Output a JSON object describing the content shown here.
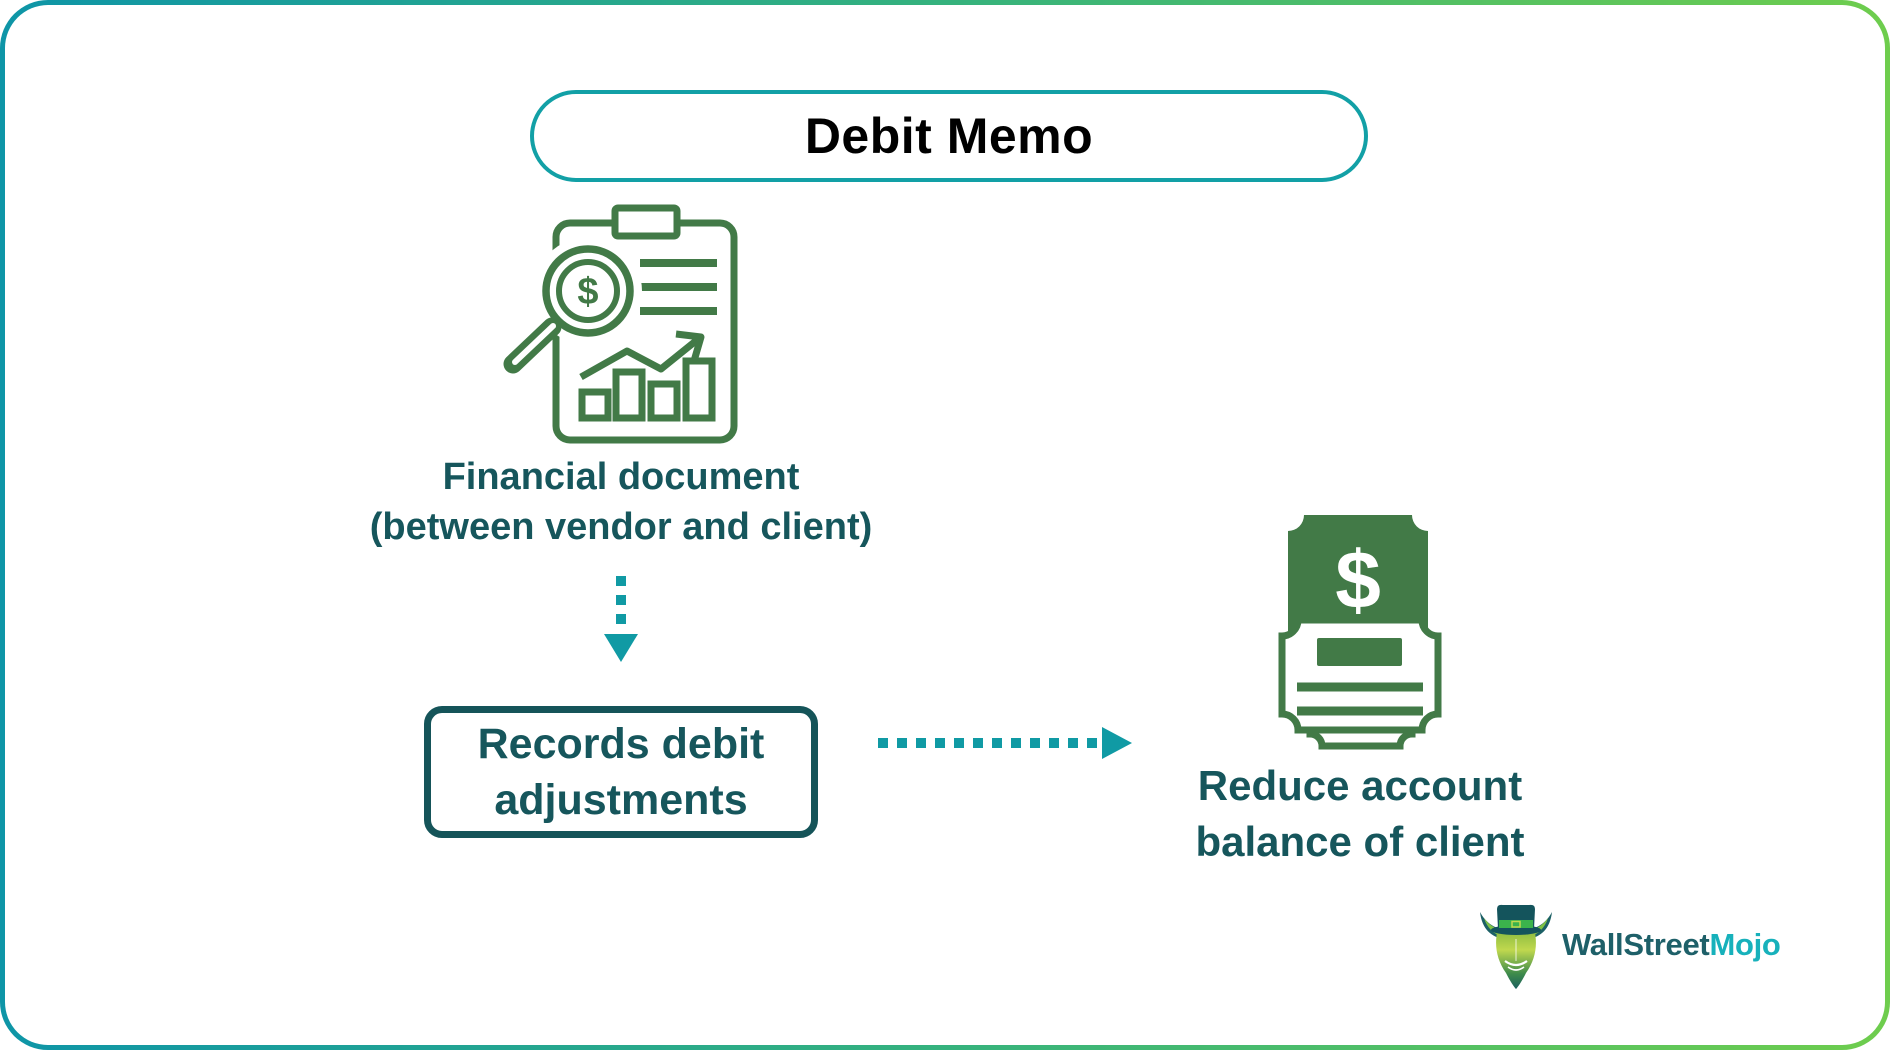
{
  "title": {
    "label": "Debit Memo"
  },
  "nodes": {
    "financial_document": {
      "line1": "Financial document",
      "line2": "(between vendor and client)"
    },
    "records_box": {
      "line1": "Records debit",
      "line2": "adjustments"
    },
    "reduce_account": {
      "line1": "Reduce account",
      "line2": "balance of client"
    }
  },
  "icons": {
    "financial_document": "clipboard-with-magnifier-and-chart",
    "debit_note": "money-receipt-with-dollar",
    "down_arrow": "dashed-down-arrow",
    "right_arrow": "dashed-right-arrow",
    "mascot": "bull-with-top-hat",
    "dollar_sign": "$"
  },
  "logo": {
    "part1": "WallStreet",
    "part2": "Mojo"
  },
  "colors": {
    "frame_gradient_start": "#0e95a7",
    "frame_gradient_end": "#6ecd4d",
    "title_border": "#12a0a6",
    "title_text": "#000000",
    "icon_green": "#427a47",
    "dark_teal_text": "#16565c",
    "box_border": "#155459",
    "arrow_teal": "#109aa4",
    "logo_dark": "#1e6069",
    "logo_bright": "#17b1bb"
  }
}
